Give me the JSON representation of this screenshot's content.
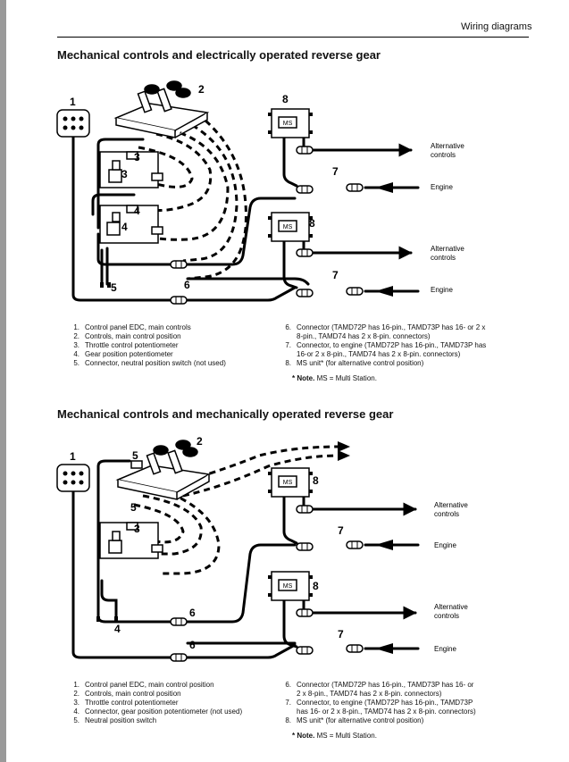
{
  "header": "Wiring diagrams",
  "section1": {
    "title": "Mechanical controls and electrically operated reverse gear",
    "labels": {
      "n1": "1",
      "n2": "2",
      "n3a": "3",
      "n3b": "3",
      "n4a": "4",
      "n4b": "4",
      "n5": "5",
      "n6": "6",
      "n7a": "7",
      "n7b": "7",
      "n8a": "8",
      "n8b": "8",
      "ms": "MS",
      "alt": "Alternative",
      "controls": "controls",
      "engine": "Engine"
    },
    "legend_left": [
      {
        "num": "1.",
        "text": "Control panel EDC, main controls"
      },
      {
        "num": "2.",
        "text": "Controls, main control position"
      },
      {
        "num": "3.",
        "text": "Throttle control potentiometer"
      },
      {
        "num": "4.",
        "text": "Gear position potentiometer"
      },
      {
        "num": "5.",
        "text": "Connector, neutral position switch (not used)"
      }
    ],
    "legend_right": [
      {
        "num": "6.",
        "text": "Connector (TAMD72P has 16-pin., TAMD73P has 16- or 2 x"
      },
      {
        "num": "",
        "text": "8-pin., TAMD74 has 2 x 8-pin. connectors)"
      },
      {
        "num": "7.",
        "text": "Connector, to engine (TAMD72P has 16-pin., TAMD73P has"
      },
      {
        "num": "",
        "text": "16-or 2 x 8-pin., TAMD74 has 2 x 8-pin. connectors)"
      },
      {
        "num": "8.",
        "text": "MS unit* (for alternative control position)"
      }
    ],
    "note_label": "* Note.",
    "note_text": "MS = Multi Station."
  },
  "section2": {
    "title": "Mechanical controls and mechanically operated reverse gear",
    "labels": {
      "n1": "1",
      "n2": "2",
      "n3": "3",
      "n4": "4",
      "n5a": "5",
      "n5b": "5",
      "n6a": "6",
      "n6b": "6",
      "n7a": "7",
      "n7b": "7",
      "n8a": "8",
      "n8b": "8",
      "ms": "MS",
      "alt": "Alternative",
      "controls": "controls",
      "engine": "Engine"
    },
    "legend_left": [
      {
        "num": "1.",
        "text": "Control panel EDC, main control position"
      },
      {
        "num": "2.",
        "text": "Controls, main control position"
      },
      {
        "num": "3.",
        "text": "Throttle control potentiometer"
      },
      {
        "num": "4.",
        "text": "Connector, gear position potentiometer (not used)"
      },
      {
        "num": "5.",
        "text": "Neutral position switch"
      }
    ],
    "legend_right": [
      {
        "num": "6.",
        "text": "Connector (TAMD72P has 16-pin., TAMD73P has 16- or"
      },
      {
        "num": "",
        "text": "2 x 8-pin., TAMD74 has 2 x 8-pin. connectors)"
      },
      {
        "num": "7.",
        "text": "Connector, to engine (TAMD72P has 16-pin., TAMD73P"
      },
      {
        "num": "",
        "text": "has 16- or 2 x 8-pin., TAMD74 has 2 x 8-pin. connectors)"
      },
      {
        "num": "8.",
        "text": "MS unit* (for alternative control position)"
      }
    ],
    "note_label": "* Note.",
    "note_text": "MS = Multi Station."
  }
}
